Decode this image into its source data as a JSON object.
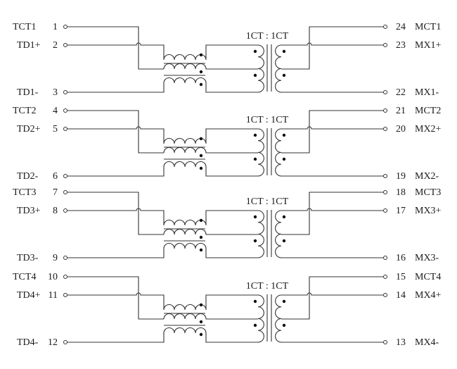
{
  "diagram": {
    "ratio_label": "1CT : 1CT",
    "channels": [
      {
        "left": [
          {
            "name": "TCT1",
            "pin": "1"
          },
          {
            "name": "TD1+",
            "pin": "2"
          },
          {
            "name": "TD1-",
            "pin": "3"
          }
        ],
        "right": [
          {
            "pin": "24",
            "name": "MCT1"
          },
          {
            "pin": "23",
            "name": "MX1+"
          },
          {
            "pin": "22",
            "name": "MX1-"
          }
        ]
      },
      {
        "left": [
          {
            "name": "TCT2",
            "pin": "4"
          },
          {
            "name": "TD2+",
            "pin": "5"
          },
          {
            "name": "TD2-",
            "pin": "6"
          }
        ],
        "right": [
          {
            "pin": "21",
            "name": "MCT2"
          },
          {
            "pin": "20",
            "name": "MX2+"
          },
          {
            "pin": "19",
            "name": "MX2-"
          }
        ]
      },
      {
        "left": [
          {
            "name": "TCT3",
            "pin": "7"
          },
          {
            "name": "TD3+",
            "pin": "8"
          },
          {
            "name": "TD3-",
            "pin": "9"
          }
        ],
        "right": [
          {
            "pin": "18",
            "name": "MCT3"
          },
          {
            "pin": "17",
            "name": "MX3+"
          },
          {
            "pin": "16",
            "name": "MX3-"
          }
        ]
      },
      {
        "left": [
          {
            "name": "TCT4",
            "pin": "10"
          },
          {
            "name": "TD4+",
            "pin": "11"
          },
          {
            "name": "TD4-",
            "pin": "12"
          }
        ],
        "right": [
          {
            "pin": "15",
            "name": "MCT4"
          },
          {
            "pin": "14",
            "name": "MX4+"
          },
          {
            "pin": "13",
            "name": "MX4-"
          }
        ]
      }
    ]
  }
}
